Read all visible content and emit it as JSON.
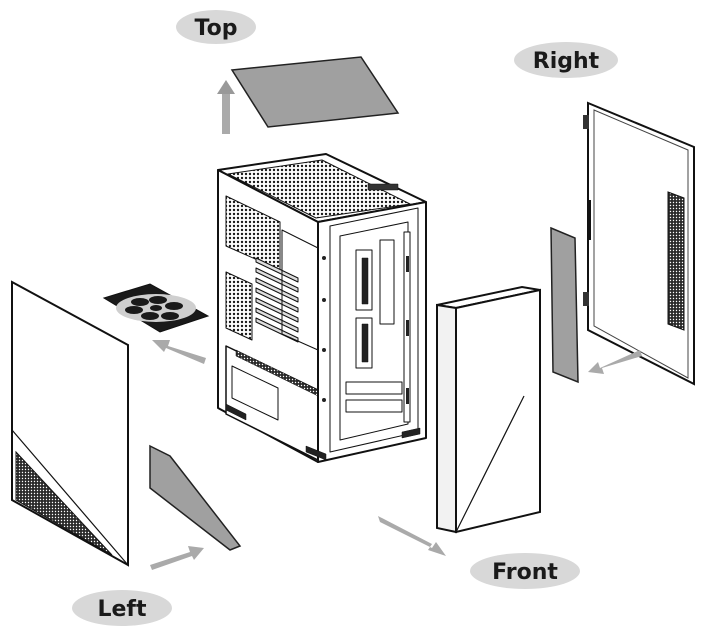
{
  "labels": {
    "top": "Top",
    "right": "Right",
    "left": "Left",
    "front": "Front"
  },
  "colors": {
    "label_bg": "#d8d8d8",
    "arrow": "#a8a8a8",
    "panel_gray": "#a0a0a0",
    "line": "#111111"
  }
}
